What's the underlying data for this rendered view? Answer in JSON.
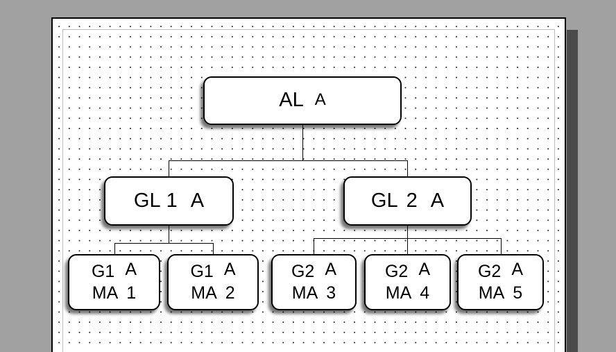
{
  "diagram": {
    "nodes": {
      "al": {
        "prefix": "AL",
        "suffix": "A"
      },
      "gl1": {
        "prefix": "GL",
        "num": "1",
        "suffix": "A"
      },
      "gl2": {
        "prefix": "GL",
        "num": "2",
        "suffix": "A"
      },
      "ma1": {
        "prefix": "G1",
        "suffix": "A",
        "prefix2": "MA",
        "num": "1"
      },
      "ma2": {
        "prefix": "G1",
        "suffix": "A",
        "prefix2": "MA",
        "num": "2"
      },
      "ma3": {
        "prefix": "G2",
        "suffix": "A",
        "prefix2": "MA",
        "num": "3"
      },
      "ma4": {
        "prefix": "G2",
        "suffix": "A",
        "prefix2": "MA",
        "num": "4"
      },
      "ma5": {
        "prefix": "G2",
        "suffix": "A",
        "prefix2": "MA",
        "num": "5"
      }
    },
    "hierarchy": [
      {
        "parent": "AL A",
        "children": [
          "GL 1 A",
          "GL 2 A"
        ]
      },
      {
        "parent": "GL 1 A",
        "children": [
          "G1 A MA 1",
          "G1 A MA 2"
        ]
      },
      {
        "parent": "GL 2 A",
        "children": [
          "G2 A MA 3",
          "G2 A MA 4",
          "G2 A MA 5"
        ]
      }
    ],
    "colors": {
      "desktop_gray": "#a1a1a1",
      "page_background": "#ffffff",
      "page_border": "#000000",
      "page_shadow": "#4b4b4b",
      "margin_line": "#bcbcbc",
      "grid_dot": "#2a2a2a",
      "node_border": "#000000",
      "node_fill": "#ffffff",
      "node_text": "#000000",
      "connector": "#000000"
    }
  }
}
